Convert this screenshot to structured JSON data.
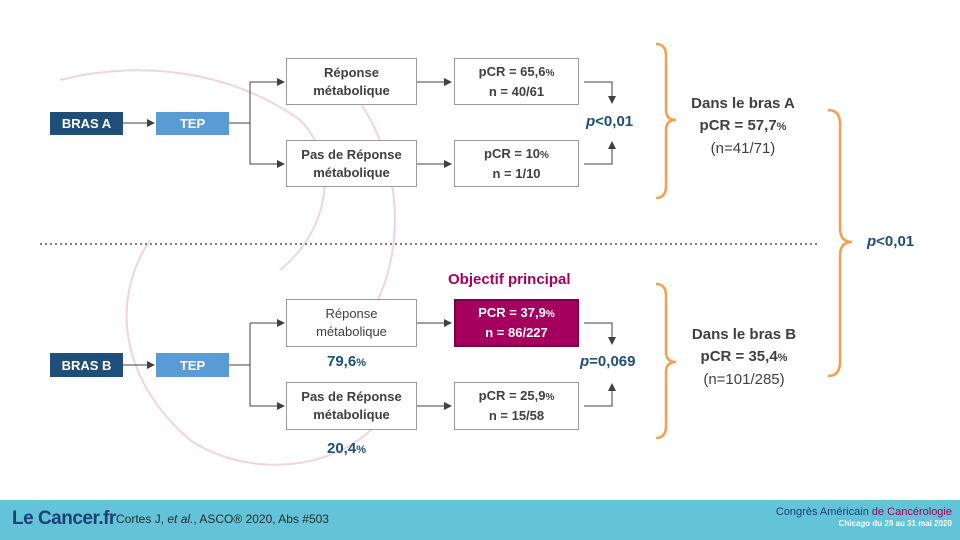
{
  "arm_a": {
    "label": "BRAS A",
    "tep": "TEP",
    "resp": {
      "line1": "Réponse",
      "line2": "métabolique"
    },
    "noresp": {
      "line1": "Pas de Réponse",
      "line2": "métabolique"
    },
    "pcr_resp": {
      "main": "pCR = 65,6",
      "pct": "%",
      "n": "n = 40/61"
    },
    "pcr_noresp": {
      "main": "pCR = 10",
      "pct": "%",
      "n": "n = 1/10"
    },
    "pvalue": {
      "p": "p",
      "rest": "<0,01"
    },
    "summary": {
      "title": "Dans le bras A",
      "pcr": "pCR = 57,7",
      "pct": "%",
      "n": "(n=41/71)"
    }
  },
  "arm_b": {
    "label": "BRAS B",
    "tep": "TEP",
    "objective": "Objectif principal",
    "resp": {
      "line1": "Réponse",
      "line2": "métabolique"
    },
    "noresp": {
      "line1": "Pas de Réponse",
      "line2": "métabolique"
    },
    "resp_share": {
      "value": "79,6",
      "pct": "%"
    },
    "noresp_share": {
      "value": "20,4",
      "pct": "%"
    },
    "pcr_resp": {
      "main": "PCR = 37,9",
      "pct": "%",
      "n": "n = 86/227"
    },
    "pcr_noresp": {
      "main": "pCR = 25,9",
      "pct": "%",
      "n": "n = 15/58"
    },
    "pvalue": {
      "p": "p",
      "rest": "=0,069"
    },
    "summary": {
      "title": "Dans le bras B",
      "pcr": "pCR = 35,4",
      "pct": "%",
      "n": "(n=101/285)"
    }
  },
  "overall_pvalue": {
    "p": "p",
    "rest": "<0,01"
  },
  "footer": {
    "logo": "Le Cancer.fr",
    "citation_author": "Cortes J, ",
    "citation_etal": "et al.",
    "citation_rest": ", ASCO® 2020, Abs #503",
    "congress_line1": "Congrès Américain ",
    "congress_line1_hi": "de Cancérologie",
    "congress_line2": "Chicago du 29 au 31 mai 2020"
  },
  "colors": {
    "navy": "#1f4e79",
    "blue": "#5b9bd5",
    "magenta": "#a5005e",
    "orange": "#f0a050",
    "footer": "#62c3d9"
  }
}
